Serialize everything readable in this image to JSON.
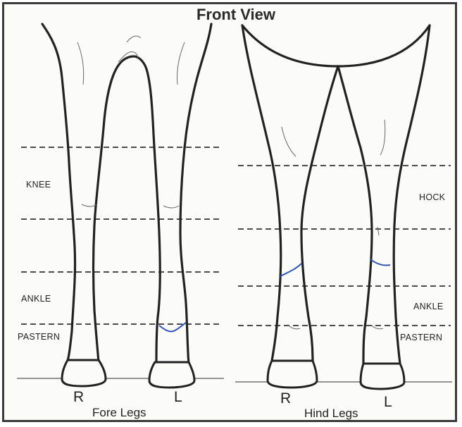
{
  "title": "Front View",
  "fore": {
    "labels": {
      "knee": "KNEE",
      "ankle": "ANKLE",
      "pastern": "PASTERN"
    },
    "side_right": "R",
    "side_left": "L",
    "caption": "Fore Legs"
  },
  "hind": {
    "labels": {
      "hock": "HOCK",
      "ankle": "ANKLE",
      "pastern": "PASTERN"
    },
    "side_right": "R",
    "side_left": "L",
    "caption": "Hind Legs"
  },
  "colors": {
    "marking": "#2d55b4",
    "line": "#222222",
    "border": "#3a3a3a"
  }
}
